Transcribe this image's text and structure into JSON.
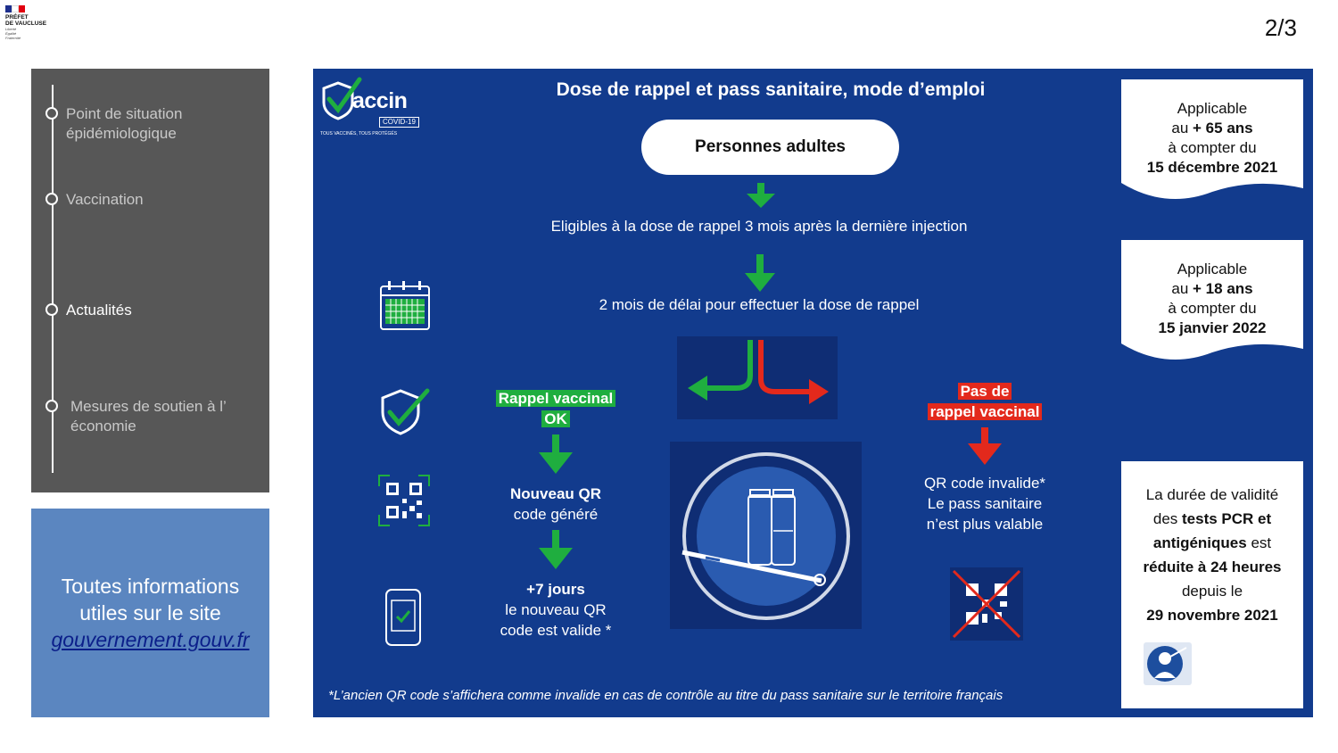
{
  "header": {
    "logo_line1": "PRÉFET",
    "logo_line2": "DE VAUCLUSE",
    "logo_motto": [
      "Liberté",
      "Égalité",
      "Fraternité"
    ],
    "page_number": "2/3"
  },
  "nav": {
    "items": [
      {
        "label": "Point de situation épidémiologique",
        "active": false
      },
      {
        "label": "Vaccination",
        "active": false
      },
      {
        "label": "Actualités",
        "active": true
      },
      {
        "label": "Mesures de soutien à l’ économie",
        "active": false
      }
    ]
  },
  "info": {
    "line1": "Toutes informations",
    "line2": "utiles sur le site",
    "link": "gouvernement.gouv.fr"
  },
  "main": {
    "logo_word": "accin",
    "logo_sub": "COVID-19",
    "logo_tagline": "TOUS VACCINÉS, TOUS PROTÉGÉS",
    "title": "Dose de rappel et pass sanitaire, mode d’emploi",
    "pill": "Personnes adultes",
    "eligible": "Eligibles à la dose de rappel 3 mois après la dernière injection",
    "delay": "2 mois de délai pour effectuer la dose de rappel",
    "ok_badge_line1": "Rappel vaccinal",
    "ok_badge_line2": "OK",
    "new_qr_bold": "Nouveau QR",
    "new_qr_rest": "code généré",
    "plus7_bold": "+7 jours",
    "plus7_line2": "le nouveau QR",
    "plus7_line3": "code est valide *",
    "no_badge_line1": "Pas de",
    "no_badge_line2": "rappel vaccinal",
    "invalid_line1": "QR code invalide*",
    "invalid_line2": "Le pass sanitaire",
    "invalid_line3": "n’est plus valable",
    "footnote": "*L’ancien QR code s’affichera comme invalide en cas de contrôle au titre du pass sanitaire sur le territoire français"
  },
  "notes": {
    "n1": {
      "l1": "Applicable",
      "l2a": "au ",
      "l2b": "+ 65 ans",
      "l3": "à compter du",
      "l4": "15 décembre 2021"
    },
    "n2": {
      "l1": "Applicable",
      "l2a": "au ",
      "l2b": "+ 18 ans",
      "l3": "à compter du",
      "l4": "15 janvier 2022"
    },
    "n3": {
      "l1": "La durée de validité",
      "l2a": "des ",
      "l2b": "tests PCR et",
      "l3a": "antigéniques",
      "l3b": " est",
      "l4": "réduite à 24 heures",
      "l5": "depuis le",
      "l6": "29 novembre 2021"
    }
  },
  "colors": {
    "panel": "#123b8d",
    "green": "#1fae3f",
    "red": "#e3291c",
    "nav": "#575757",
    "info": "#5b86c0"
  }
}
